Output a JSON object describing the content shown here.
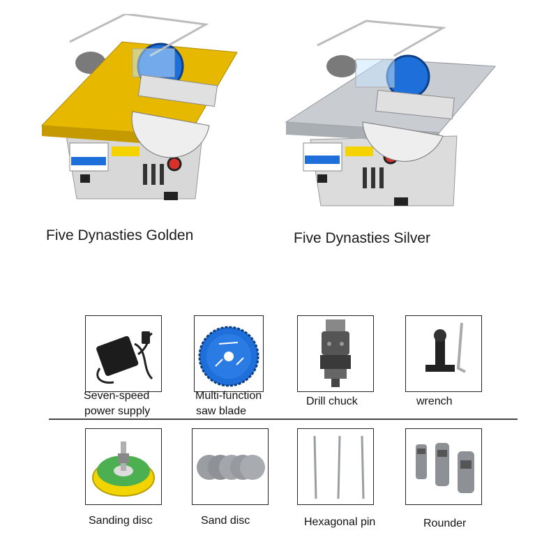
{
  "products": [
    {
      "name": "Five Dynasties Golden",
      "color": "#e6b800"
    },
    {
      "name": "Five Dynasties Silver",
      "color": "#c9cdd2"
    }
  ],
  "accessories_row1": [
    {
      "label_line1": "Seven-speed",
      "label_line2": "power supply",
      "icon": "power-supply-icon"
    },
    {
      "label_line1": "Multi-function",
      "label_line2": "saw blade",
      "icon": "saw-blade-icon"
    },
    {
      "label_line1": "Drill chuck",
      "icon": "drill-chuck-icon"
    },
    {
      "label_line1": "wrench",
      "icon": "wrench-icon"
    }
  ],
  "accessories_row2": [
    {
      "label_line1": "Sanding disc",
      "icon": "sanding-disc-icon"
    },
    {
      "label_line1": "Sand disc",
      "icon": "sand-disc-icon"
    },
    {
      "label_line1": "Hexagonal pin",
      "icon": "hexagonal-pin-icon"
    },
    {
      "label_line1": "Rounder",
      "icon": "rounder-icon"
    }
  ],
  "colors": {
    "blade": "#1e6fd9",
    "sanding_pad": "#f2d400",
    "sanding_face": "#4caf50",
    "chrome": "#9aa0a6"
  }
}
